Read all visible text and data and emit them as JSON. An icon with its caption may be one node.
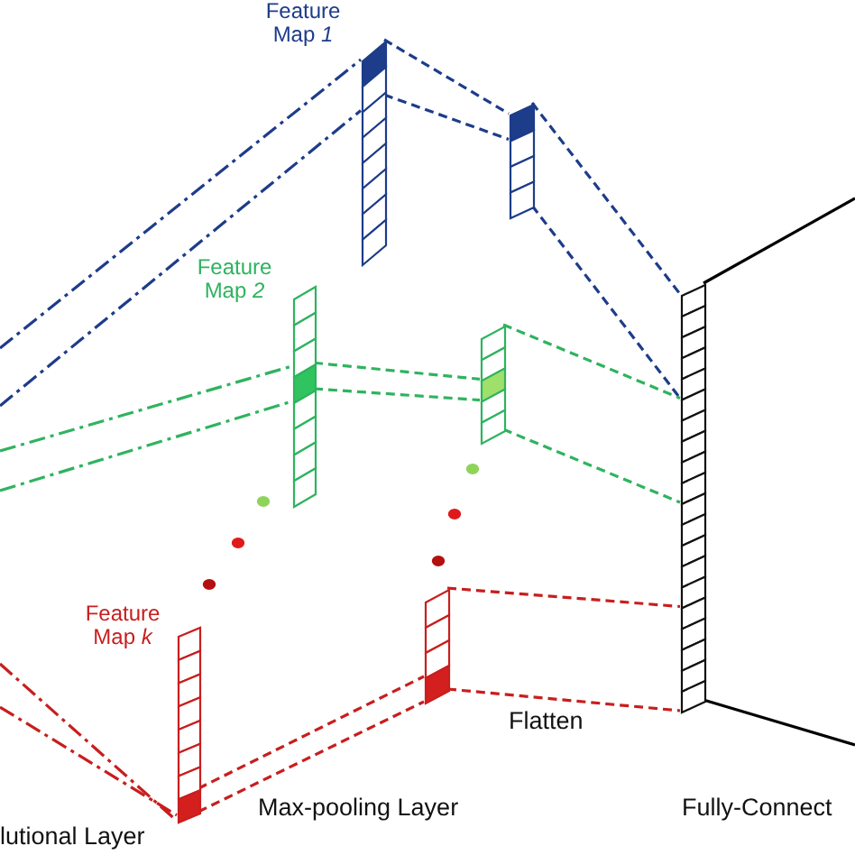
{
  "diagram": {
    "nodes": [
      {
        "text": [
          "Feature Map *1*"
        ]
      },
      {
        "text": [
          "Feature Map *2*"
        ]
      },
      {
        "text": [
          "Feature Map *k*"
        ]
      },
      {
        "text": [],
        "shape": "bar"
      },
      {
        "text": [],
        "shape": "bar"
      },
      {
        "text": [],
        "shape": "bar"
      },
      {
        "text": [],
        "shape": "bar"
      }
    ],
    "edges": [
      {
        "from": null,
        "to": 0,
        "arrow": "none",
        "style": "dashed",
        "color": "#1d3c8a"
      },
      {
        "from": null,
        "to": 0,
        "arrow": "none",
        "style": "dashed",
        "color": "#1d3c8a"
      },
      {
        "from": 0,
        "to": 3,
        "arrow": "none",
        "style": "dashed",
        "color": "#1d3c8a"
      },
      {
        "from": 0,
        "to": 3,
        "arrow": "none",
        "style": "dashed",
        "color": "#1d3c8a"
      },
      {
        "from": 3,
        "to": 6,
        "arrow": "none",
        "style": "dashed",
        "color": "#1d3c8a"
      },
      {
        "from": 3,
        "to": 6,
        "arrow": "none",
        "style": "dashed",
        "color": "#1d3c8a"
      },
      {
        "from": null,
        "to": 1,
        "arrow": "none",
        "style": "dashed",
        "color": "#2fb35f"
      },
      {
        "from": null,
        "to": 1,
        "arrow": "none",
        "style": "dashed",
        "color": "#2fb35f"
      },
      {
        "from": 1,
        "to": 4,
        "arrow": "none",
        "style": "dashed",
        "color": "#2fb35f"
      },
      {
        "from": 1,
        "to": 4,
        "arrow": "none",
        "style": "dashed",
        "color": "#2fb35f"
      },
      {
        "from": 4,
        "to": 6,
        "arrow": "none",
        "style": "dashed",
        "color": "#2fb35f"
      },
      {
        "from": 4,
        "to": 6,
        "arrow": "none",
        "style": "dashed",
        "color": "#2fb35f"
      },
      {
        "from": null,
        "to": 2,
        "arrow": "none",
        "style": "dashed",
        "color": "#c81e1e"
      },
      {
        "from": null,
        "to": 2,
        "arrow": "none",
        "style": "dashed",
        "color": "#c81e1e"
      },
      {
        "from": 2,
        "to": 5,
        "arrow": "none",
        "style": "dashed",
        "color": "#c81e1e"
      },
      {
        "from": 2,
        "to": 5,
        "arrow": "none",
        "style": "dashed",
        "color": "#c81e1e"
      },
      {
        "from": 5,
        "to": 6,
        "arrow": "none",
        "style": "dashed",
        "color": "#c81e1e"
      },
      {
        "from": 5,
        "to": 6,
        "arrow": "none",
        "style": "dashed",
        "color": "#c81e1e"
      },
      {
        "from": 6,
        "to": null,
        "arrow": "none",
        "color": "#000000"
      },
      {
        "from": 6,
        "to": null,
        "arrow": "none",
        "color": "#000000"
      }
    ],
    "labels": [
      "Flatten",
      "Max-pooling Layer",
      "Fully-Connect",
      "lutional Layer"
    ]
  }
}
